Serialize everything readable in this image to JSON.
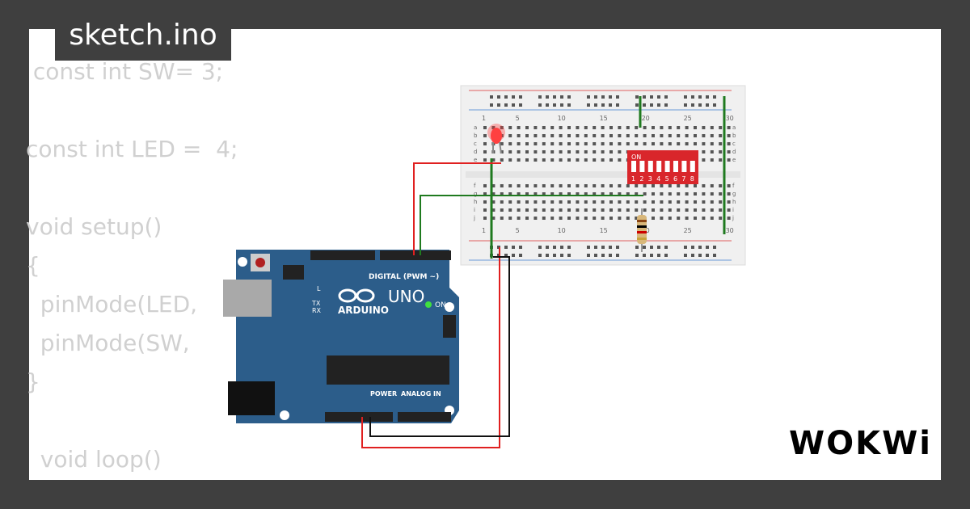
{
  "file_tab": {
    "label": "sketch.ino"
  },
  "code_lines": [
    " const int SW= 3;",
    "",
    "const int LED =  4;",
    "",
    "void setup()",
    "{",
    "  pinMode(LED,",
    "  pinMode(SW,",
    "}",
    "",
    "  void loop()"
  ],
  "brand": {
    "logo_text": "WOKWi"
  },
  "arduino": {
    "label_uno": "UNO",
    "label_arduino": "ARDUINO",
    "label_digital": "DIGITAL (PWM ~)",
    "label_on": "ON",
    "label_l": "L",
    "label_tx": "TX",
    "label_rx": "RX",
    "label_power": "POWER",
    "label_analog": "ANALOG IN",
    "board_color": "#2c5d8a"
  },
  "breadboard": {
    "column_numbers": [
      "1",
      "5",
      "10",
      "15",
      "20",
      "25",
      "30"
    ],
    "row_letters_top": [
      "a",
      "b",
      "c",
      "d",
      "e"
    ],
    "row_letters_bottom": [
      "f",
      "g",
      "h",
      "i",
      "j"
    ]
  },
  "dip_switch": {
    "label_on": "ON",
    "positions": [
      "1",
      "2",
      "3",
      "4",
      "5",
      "6",
      "7",
      "8"
    ],
    "color": "#d9262b"
  },
  "colors": {
    "background": "#3f3f3f",
    "wire_red": "#e02020",
    "wire_green": "#1f7a1f",
    "wire_black": "#111111",
    "led_red": "#ff3030"
  }
}
